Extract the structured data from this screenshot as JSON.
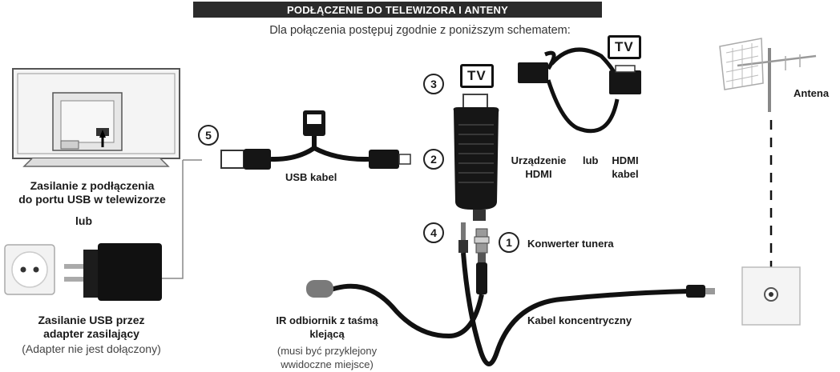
{
  "header": {
    "title": "PODŁĄCZENIE DO TELEWIZORA I ANTENY",
    "subtitle": "Dla połączenia postępuj zgodnie z poniższym schematem:"
  },
  "steps": {
    "one": "1",
    "two": "2",
    "three": "3",
    "four": "4",
    "five": "5"
  },
  "tv_tags": {
    "left": "TV",
    "right": "TV"
  },
  "labels": {
    "usb_power_tv_line1": "Zasilanie z podłączenia",
    "usb_power_tv_line2": "do portu USB w telewizorze",
    "or_left": "lub",
    "usb_adapter_line1": "Zasilanie USB przez",
    "usb_adapter_line2": "adapter zasilający",
    "usb_adapter_note": "(Adapter nie jest dołączony)",
    "usb_cable": "USB kabel",
    "hdmi_device_line1": "Urządzenie",
    "hdmi_device_line2": "HDMI",
    "or_middle": "lub",
    "hdmi_cable_line1": "HDMI",
    "hdmi_cable_line2": "kabel",
    "tuner_converter": "Konwerter tunera",
    "antenna": "Antena",
    "coax_cable": "Kabel koncentryczny",
    "ir_line1": "IR odbiornik z taśmą",
    "ir_line2": "klejącą",
    "ir_note_line1": "(musi być przyklejony",
    "ir_note_line2": "wwidoczne miejsce)"
  }
}
